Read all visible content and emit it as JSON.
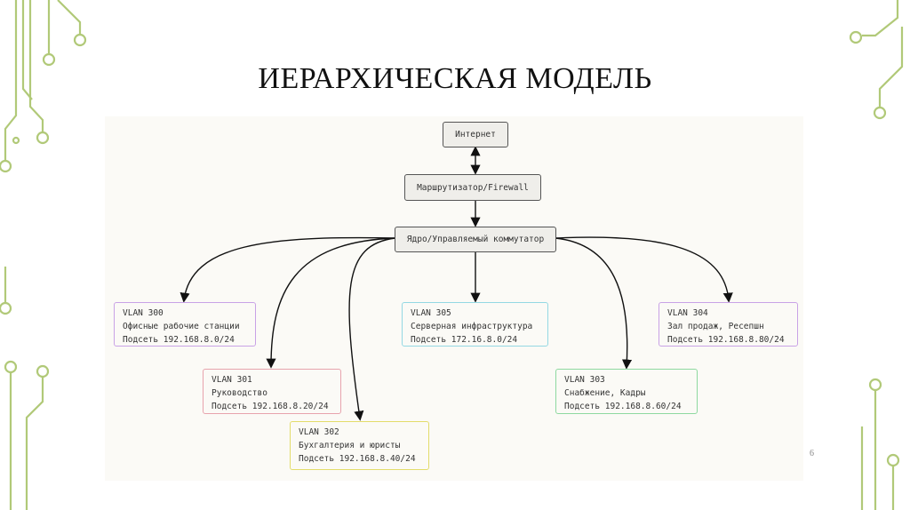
{
  "slide": {
    "title": "ИЕРАРХИЧЕСКАЯ МОДЕЛЬ",
    "page_number": "6"
  },
  "diagram": {
    "internet": "Интернет",
    "router": "Маршрутизатор/Firewall",
    "core": "Ядро/Управляемый коммутатор",
    "vlans": [
      {
        "id": "VLAN 300",
        "name": "Офисные рабочие станции",
        "subnet": "Подсеть 192.168.8.0/24"
      },
      {
        "id": "VLAN 301",
        "name": "Руководство",
        "subnet": "Подсеть 192.168.8.20/24"
      },
      {
        "id": "VLAN 302",
        "name": "Бухгалтерия и юристы",
        "subnet": "Подсеть 192.168.8.40/24"
      },
      {
        "id": "VLAN 305",
        "name": "Серверная инфраструктура",
        "subnet": "Подсеть 172.16.8.0/24"
      },
      {
        "id": "VLAN 303",
        "name": "Снабжение, Кадры",
        "subnet": "Подсеть 192.168.8.60/24"
      },
      {
        "id": "VLAN 304",
        "name": "Зал продаж, Ресепшн",
        "subnet": "Подсеть 192.168.8.80/24"
      }
    ]
  },
  "colors": {
    "circuit_decoration": "#a9c46a",
    "vlan_300_border": "#c9a2e6",
    "vlan_301_border": "#e7a3ad",
    "vlan_302_border": "#e3dc6a",
    "vlan_305_border": "#94d8e3",
    "vlan_303_border": "#8ed9a0",
    "vlan_304_border": "#c9a2e6"
  }
}
